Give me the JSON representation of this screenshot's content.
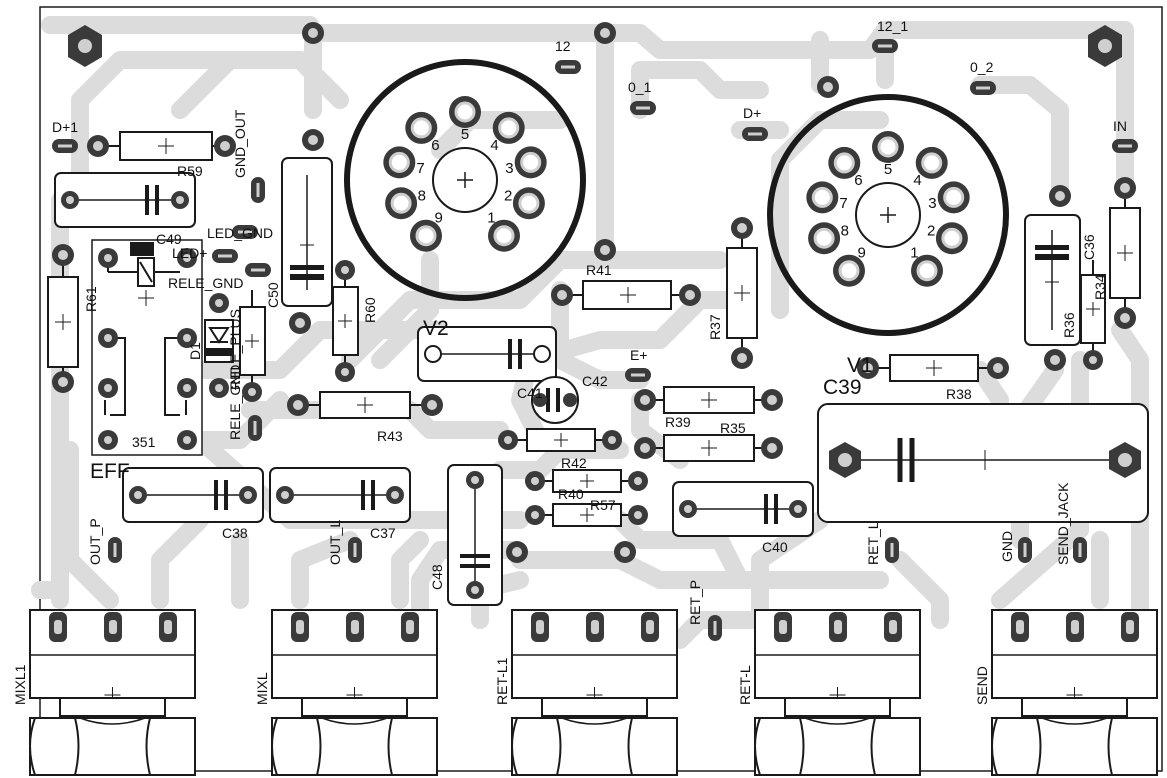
{
  "board": {
    "background": "#ffffff",
    "trace_color": "#dcdcdc",
    "outline_color": "#1a1a1a",
    "pad_dark": "#3a3a3a",
    "pad_light": "#cfcfcf"
  },
  "labels": {
    "d1": "D+1",
    "d_plus": "D+",
    "e_plus": "E+",
    "in": "IN",
    "n12": "12",
    "n12_1": "12_1",
    "n0_1": "0_1",
    "n0_2": "0_2",
    "gnd_out": "GND_OUT",
    "led_gnd": "LED_GND",
    "led_plus": "LED+",
    "rele_gnd": "RELE_GND",
    "rele_plus": "RELE_PLUS",
    "c49": "C49",
    "c50": "C50",
    "r61": "R61",
    "r59": "R59",
    "r60": "R60",
    "r43": "R43",
    "r41": "R41",
    "r37": "R37",
    "r38": "R38",
    "r36": "R36",
    "r34": "R34",
    "c36": "C36",
    "r39": "R39",
    "r35": "R35",
    "r42": "R42",
    "r40": "R40",
    "r57": "R57",
    "c41": "C41",
    "c42": "C42",
    "c40": "C40",
    "c39": "C39",
    "c38": "C38",
    "c37": "C37",
    "c48": "C48",
    "d1_diode": "D1",
    "v1": "V1",
    "v2": "V2",
    "relay": "351",
    "eff": "EFF",
    "out_p": "OUT_P",
    "out_l": "OUT_L",
    "ret_l": "RET_L",
    "ret_p": "RET_P",
    "gnd": "GND",
    "send_jack": "SEND_JACK",
    "mixl1": "MIXL1",
    "mixl": "MIXL",
    "ret_l1": "RET-L1",
    "ret_l_jack": "RET-L",
    "send": "SEND"
  },
  "tube_pins": {
    "v2": [
      "1",
      "2",
      "3",
      "4",
      "5",
      "6",
      "7",
      "8",
      "9"
    ],
    "v1": [
      "1",
      "2",
      "3",
      "4",
      "5",
      "6",
      "7",
      "8",
      "9"
    ]
  }
}
